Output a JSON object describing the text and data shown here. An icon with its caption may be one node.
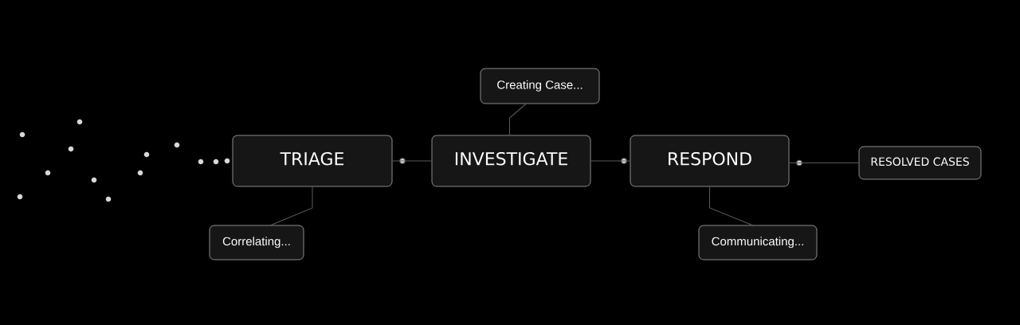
{
  "diagram": {
    "nodes": [
      {
        "text": [
          "TRIAGE"
        ]
      },
      {
        "text": [
          "INVESTIGATE"
        ]
      },
      {
        "text": [
          "RESPOND"
        ]
      },
      {
        "text": [
          "RESOLVED CASES"
        ]
      },
      {
        "text": [
          "Creating Case..."
        ]
      },
      {
        "text": [
          "Correlating..."
        ]
      },
      {
        "text": [
          "Communicating..."
        ]
      }
    ],
    "edges": [
      {
        "from": 0,
        "to": 1,
        "arrow": "none"
      },
      {
        "from": 1,
        "to": 2,
        "arrow": "none"
      },
      {
        "from": 2,
        "to": 3,
        "arrow": "none"
      },
      {
        "from": 4,
        "to": 1,
        "arrow": "none"
      },
      {
        "from": 5,
        "to": 0,
        "arrow": "none"
      },
      {
        "from": 6,
        "to": 2,
        "arrow": "none"
      }
    ]
  }
}
